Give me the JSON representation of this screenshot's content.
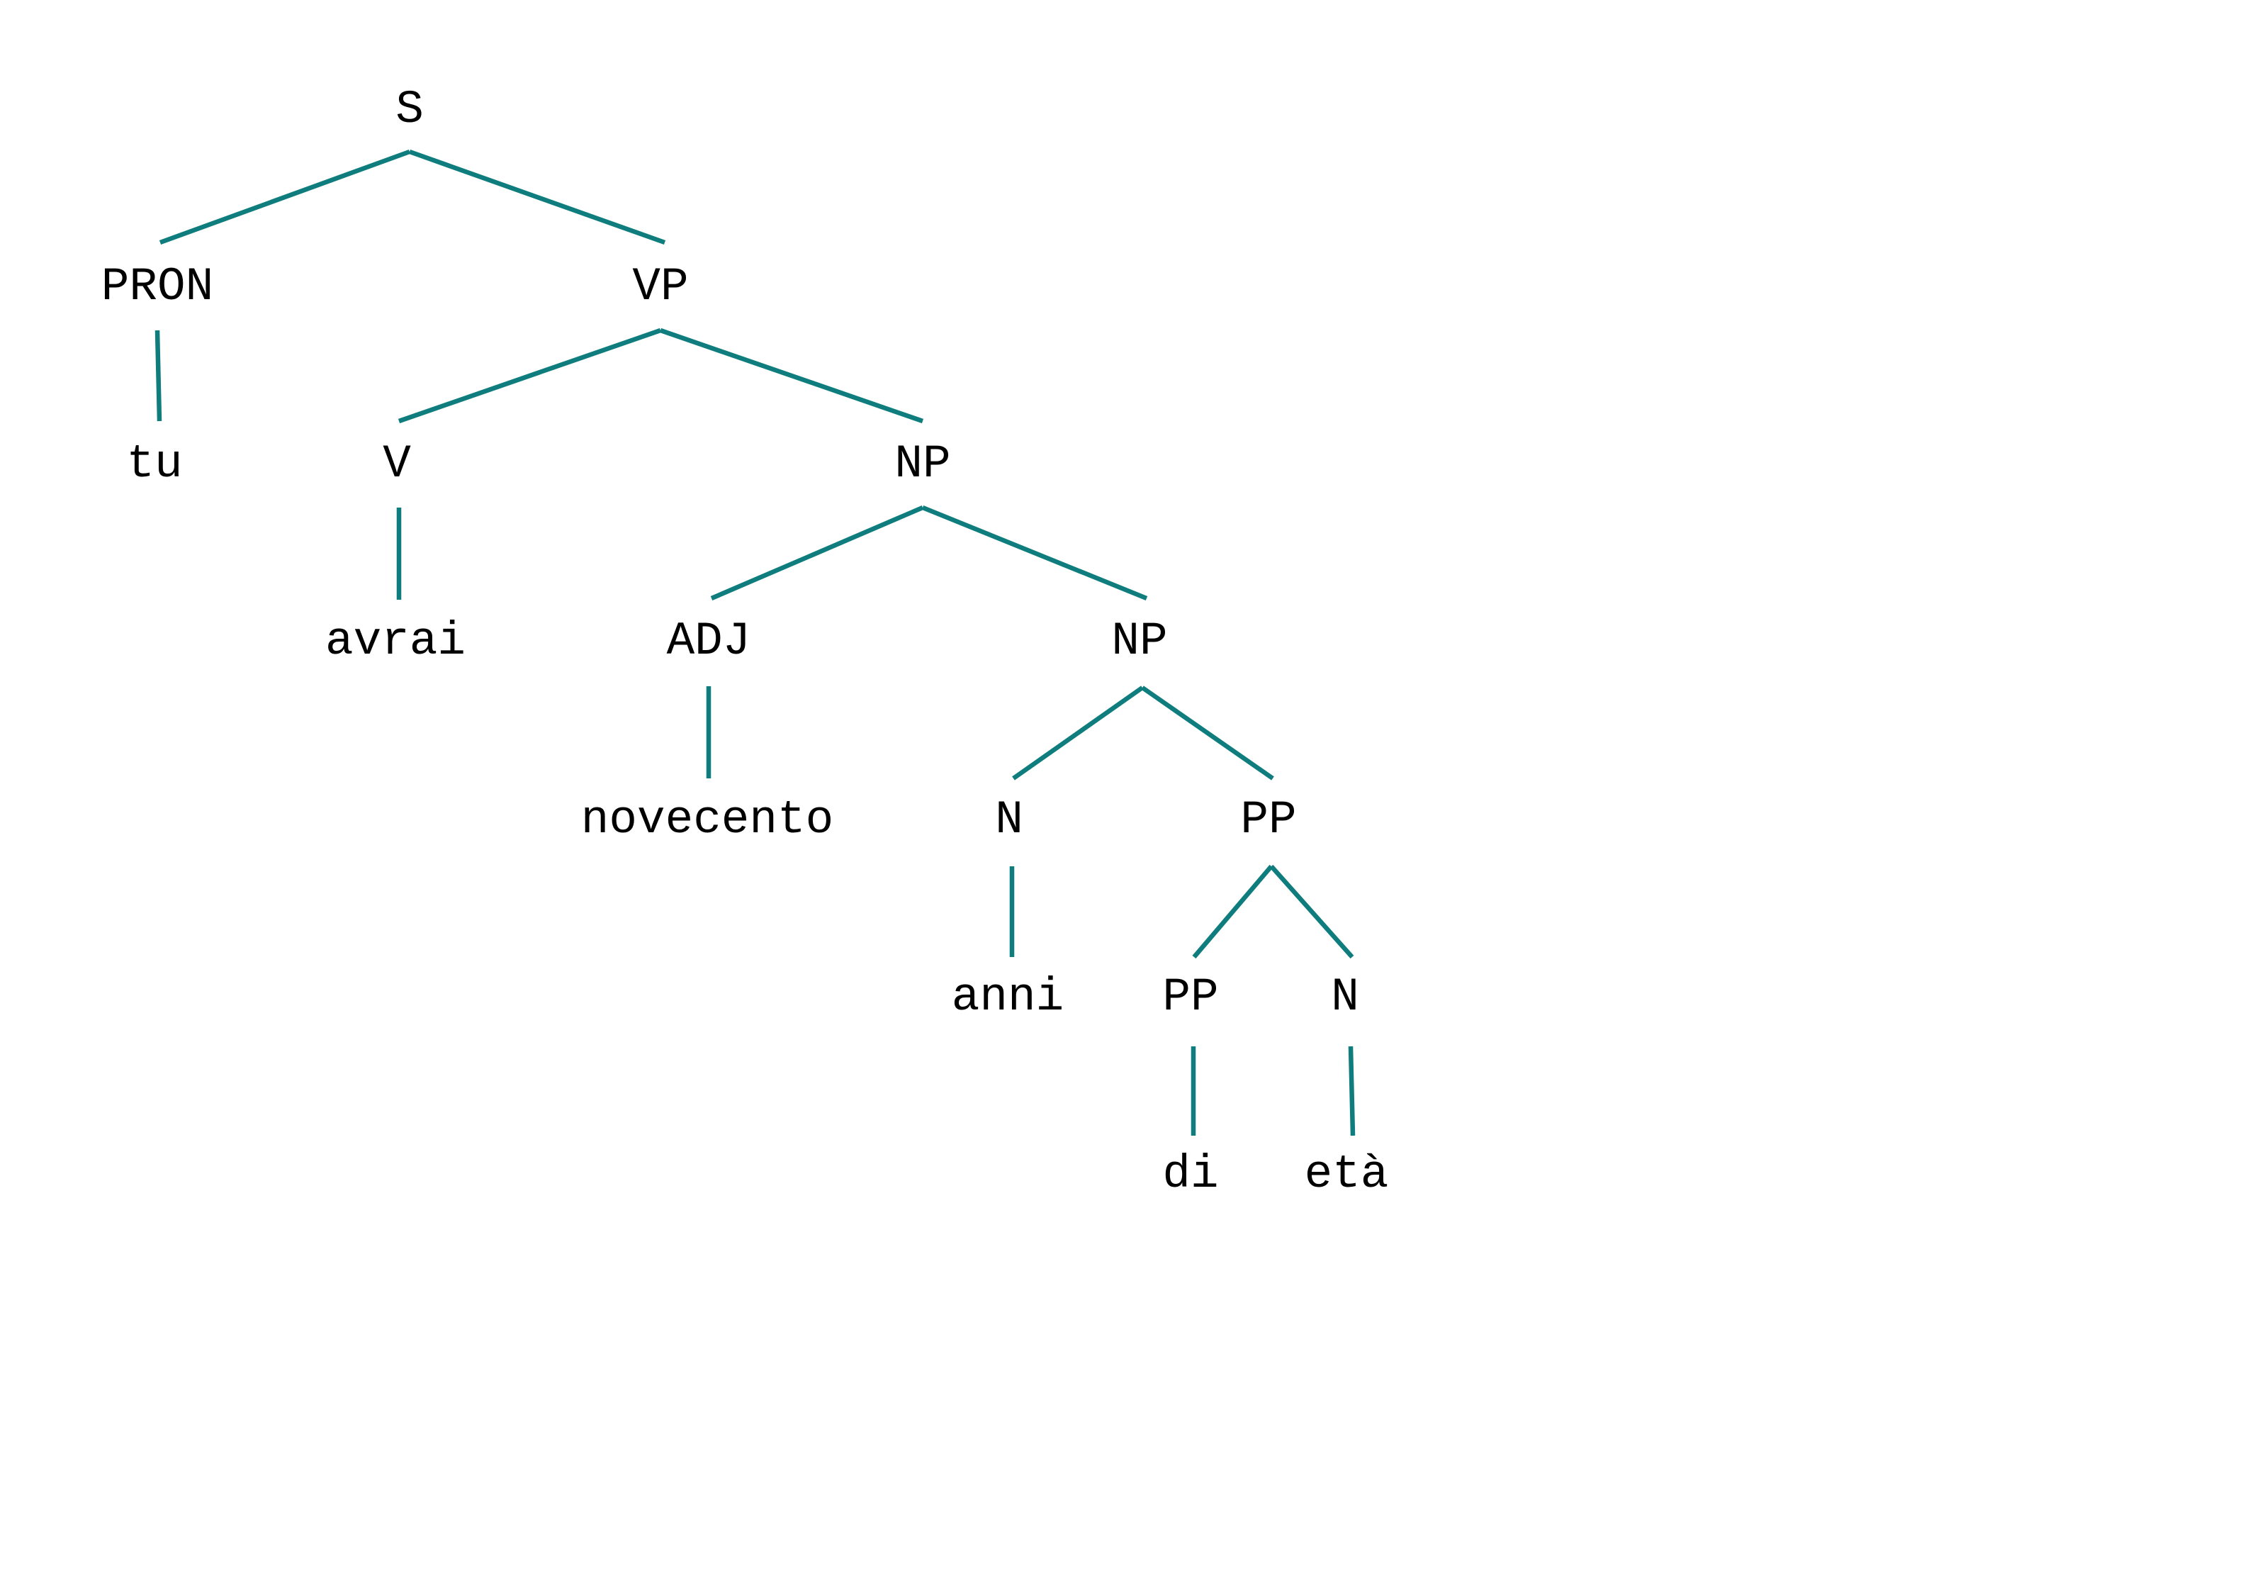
{
  "colors": {
    "edge": "#0f7d7d",
    "text": "#000000",
    "background": "#ffffff"
  },
  "nodes": {
    "s": "S",
    "pron": "PRON",
    "vp": "VP",
    "tu": "tu",
    "v": "V",
    "np1": "NP",
    "avrai": "avrai",
    "adj": "ADJ",
    "np2": "NP",
    "novecento": "novecento",
    "n1": "N",
    "pp1": "PP",
    "anni": "anni",
    "pp2": "PP",
    "n2": "N",
    "di": "di",
    "eta": "età"
  },
  "edges": [
    [
      "s",
      "pron"
    ],
    [
      "s",
      "vp"
    ],
    [
      "pron",
      "tu"
    ],
    [
      "vp",
      "v"
    ],
    [
      "vp",
      "np1"
    ],
    [
      "v",
      "avrai"
    ],
    [
      "np1",
      "adj"
    ],
    [
      "np1",
      "np2"
    ],
    [
      "adj",
      "novecento"
    ],
    [
      "np2",
      "n1"
    ],
    [
      "np2",
      "pp1"
    ],
    [
      "n1",
      "anni"
    ],
    [
      "pp1",
      "pp2"
    ],
    [
      "pp1",
      "n2"
    ],
    [
      "pp2",
      "di"
    ],
    [
      "n2",
      "eta"
    ]
  ]
}
